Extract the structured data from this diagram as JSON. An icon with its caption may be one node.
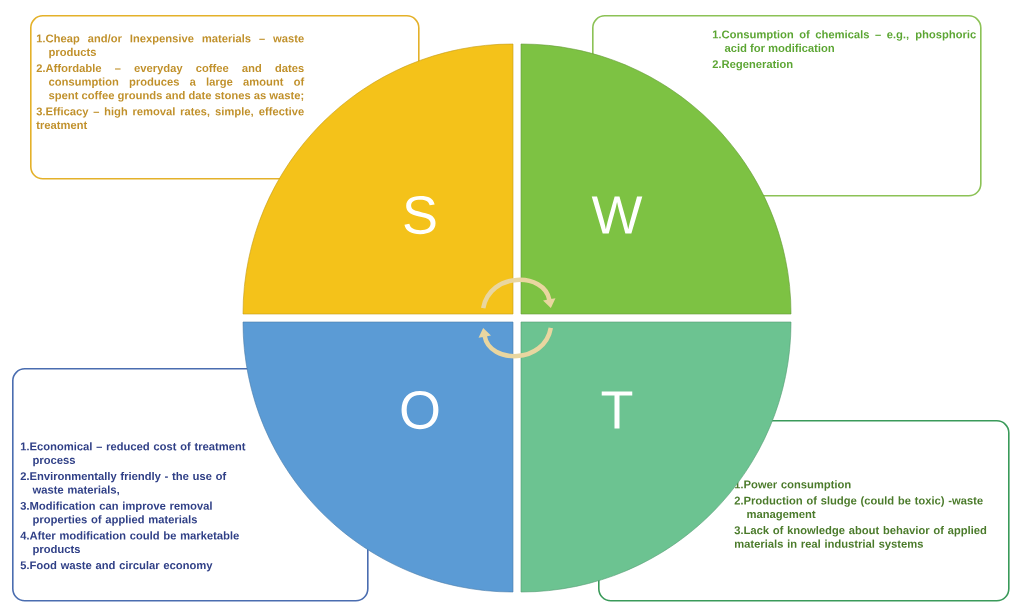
{
  "diagram": {
    "nodes": [
      {
        "text": [
          "S"
        ]
      },
      {
        "text": [
          "W"
        ]
      },
      {
        "text": [
          "O"
        ]
      },
      {
        "text": [
          "T"
        ]
      },
      {
        "text": [
          "1.Cheap and/or Inexpensive materials – waste products",
          "2.Affordable – everyday coffee and dates consumption produces a large amount of spent coffee grounds and date stones as waste;",
          "3.Efficacy – high removal rates, simple, effective treatment"
        ]
      },
      {
        "text": [
          "1.Consumption of chemicals – e.g., phosphoric acid for modification",
          "2.Regeneration"
        ]
      },
      {
        "text": [
          "1.Economical – reduced cost of treatment process",
          "2.Environmentally friendly - the use of waste materials,",
          "3.Modification can improve removal properties of applied materials",
          "4.After modification could be marketable products",
          "5.Food waste and circular economy"
        ]
      },
      {
        "text": [
          "1.Power consumption",
          "2.Production of sludge (could be toxic) -waste management",
          "3.Lack of knowledge about behavior of applied materials in real industrial systems"
        ]
      }
    ],
    "edges": [
      {
        "from": 0,
        "to": 1,
        "arrow": "to"
      },
      {
        "from": 3,
        "to": 2,
        "arrow": "to"
      }
    ]
  }
}
